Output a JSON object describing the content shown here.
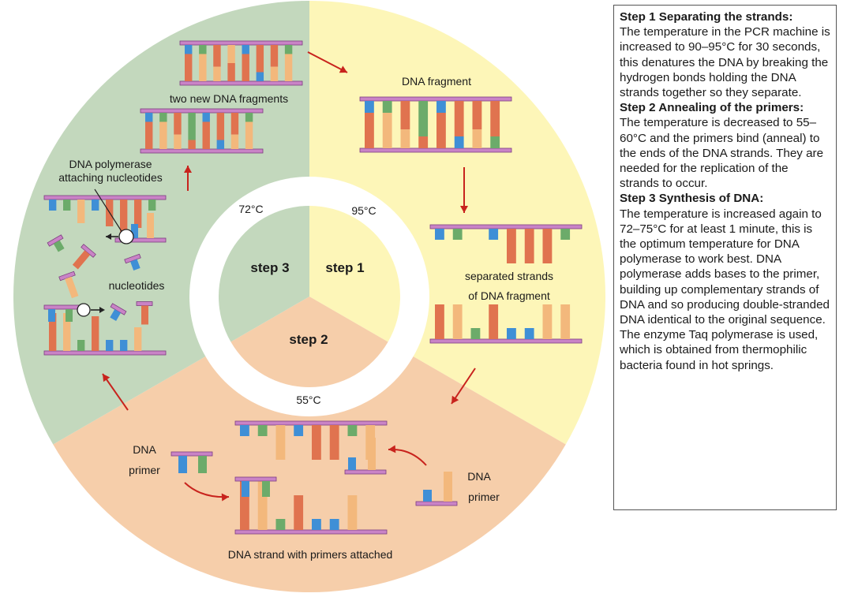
{
  "labels": {
    "two_new_fragments": "two new DNA fragments",
    "dna_fragment": "DNA fragment",
    "polymerase_1": "DNA polymerase",
    "polymerase_2": "attaching nucleotides",
    "nucleotides": "nucleotides",
    "separated_1": "separated strands",
    "separated_2": "of DNA fragment",
    "primer_left_1": "DNA",
    "primer_left_2": "primer",
    "primer_right_1": "DNA",
    "primer_right_2": "primer",
    "strand_primers": "DNA strand with primers attached",
    "temp_72": "72°C",
    "temp_95": "95°C",
    "temp_55": "55°C",
    "step1": "step 1",
    "step2": "step 2",
    "step3": "step 3"
  },
  "colors": {
    "yellow": "#fdf6b8",
    "salmon": "#f6ceaa",
    "green": "#c3d8bd",
    "backbone": "#c983c6",
    "backbone_edge": "#7d3f80",
    "base_blue": "#3f8fd6",
    "base_green": "#6cab6a",
    "base_orange": "#e0734f",
    "base_peach": "#f3b87c",
    "arrow_red": "#c8231d"
  },
  "info": {
    "step1_title": "Step 1 Separating the strands:",
    "step1_text": "The temperature in the PCR machine is increased to 90–95°C for 30 seconds, this denatures the DNA by breaking the hydrogen bonds holding the DNA strands together so they separate.",
    "step2_title": "Step 2 Annealing of the primers:",
    "step2_text": "The temperature is decreased to 55–60°C and the primers bind (anneal) to the ends of the DNA strands. They are needed for the replication of the strands to occur.",
    "step3_title": "Step 3 Synthesis of DNA:",
    "step3_text": "The temperature is increased again to 72–75°C for at least 1 minute, this is the optimum temperature for DNA polymerase to work best. DNA polymerase adds bases to the primer, building up complementary strands of DNA and so producing double-stranded DNA identical to the original sequence. The enzyme Taq polymerase is used, which is obtained from thermophilic bacteria found in hot springs."
  }
}
